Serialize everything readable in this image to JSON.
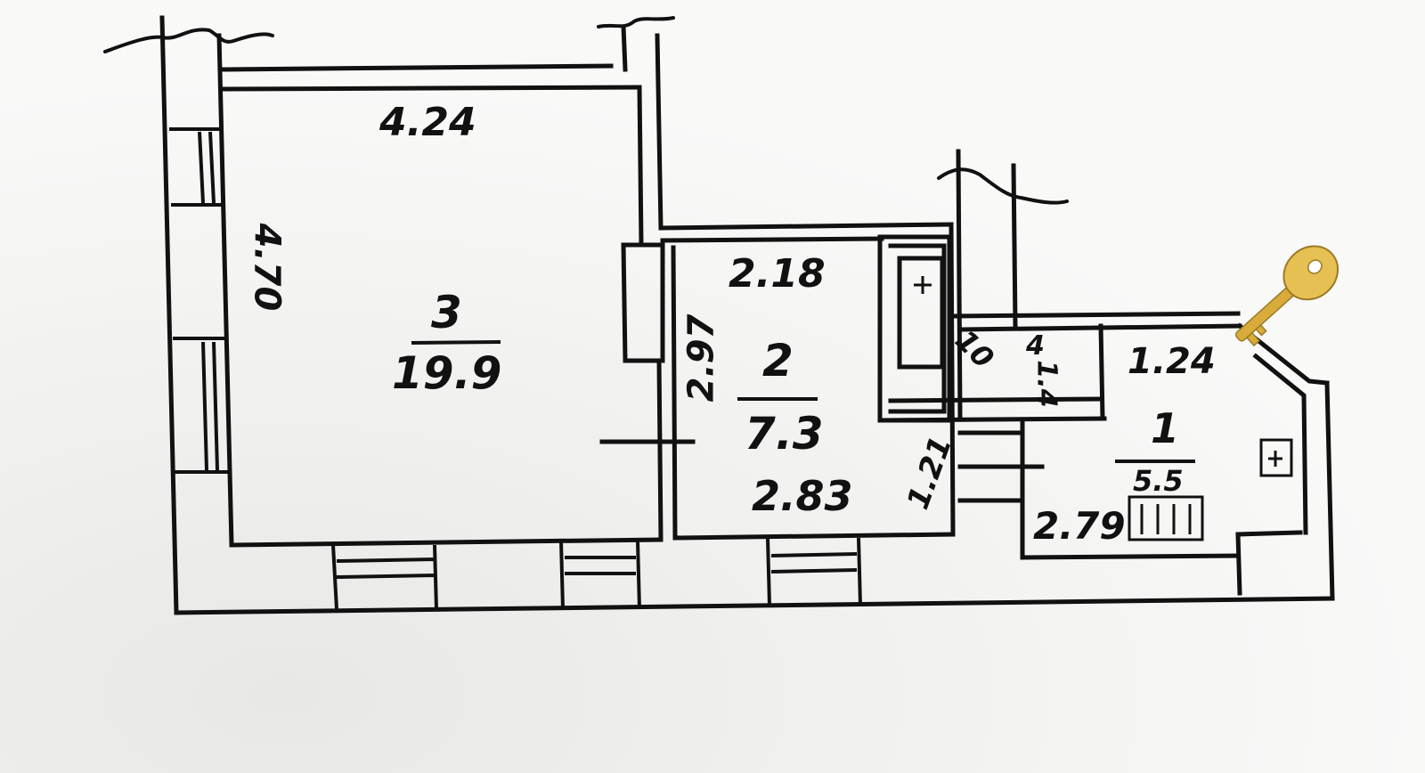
{
  "rooms": [
    {
      "id": "room-3",
      "number": "3",
      "area": "19.9",
      "width": "4.24",
      "length": "4.70"
    },
    {
      "id": "room-2",
      "number": "2",
      "area": "7.3",
      "width_top": "2.18",
      "width_bottom": "2.83",
      "length": "2.97"
    },
    {
      "id": "room-1",
      "number": "1",
      "area": "5.5",
      "width": "1.24",
      "length": "2.79"
    }
  ],
  "hall": {
    "length": "1.21"
  },
  "utility": {
    "number": "4",
    "area": "1.4",
    "code": "10"
  },
  "colors": {
    "ink": "#111111",
    "paper": "#f7f7f5",
    "key_gold": "#e0b94a",
    "key_shadow": "#9b7a25"
  }
}
